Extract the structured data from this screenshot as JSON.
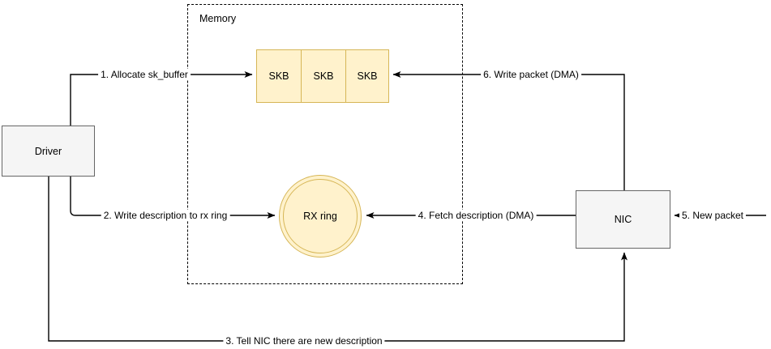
{
  "diagram": {
    "title_visible": false,
    "containers": [
      {
        "id": "memory",
        "label": "Memory"
      }
    ],
    "nodes": [
      {
        "id": "driver",
        "label": "Driver",
        "shape": "rectangle",
        "fill": "#f5f5f5",
        "stroke": "#666666"
      },
      {
        "id": "nic",
        "label": "NIC",
        "shape": "rectangle",
        "fill": "#f5f5f5",
        "stroke": "#666666"
      },
      {
        "id": "rx_ring",
        "label": "RX ring",
        "shape": "double-circle",
        "fill": "#fff2cc",
        "stroke": "#d6b656"
      },
      {
        "id": "skb1",
        "label": "SKB",
        "shape": "rectangle",
        "fill": "#fff2cc",
        "stroke": "#d6b656"
      },
      {
        "id": "skb2",
        "label": "SKB",
        "shape": "rectangle",
        "fill": "#fff2cc",
        "stroke": "#d6b656"
      },
      {
        "id": "skb3",
        "label": "SKB",
        "shape": "rectangle",
        "fill": "#fff2cc",
        "stroke": "#d6b656"
      }
    ],
    "edges": [
      {
        "id": "e1",
        "label": "1. Allocate sk_buffer",
        "from": "driver",
        "to": "skb1"
      },
      {
        "id": "e2",
        "label": "2. Write description to rx ring",
        "from": "driver",
        "to": "rx_ring"
      },
      {
        "id": "e3",
        "label": "3. Tell NIC there are new description",
        "from": "driver",
        "to": "nic"
      },
      {
        "id": "e4",
        "label": "4. Fetch description (DMA)",
        "from": "nic",
        "to": "rx_ring"
      },
      {
        "id": "e5",
        "label": "5. New packet",
        "from": "external",
        "to": "nic"
      },
      {
        "id": "e6",
        "label": "6. Write packet (DMA)",
        "from": "nic",
        "to": "skb3"
      }
    ],
    "colors": {
      "memory_fill": "#fff2cc",
      "memory_stroke": "#d6b656",
      "process_fill": "#f5f5f5",
      "process_stroke": "#666666",
      "line": "#000000"
    }
  }
}
